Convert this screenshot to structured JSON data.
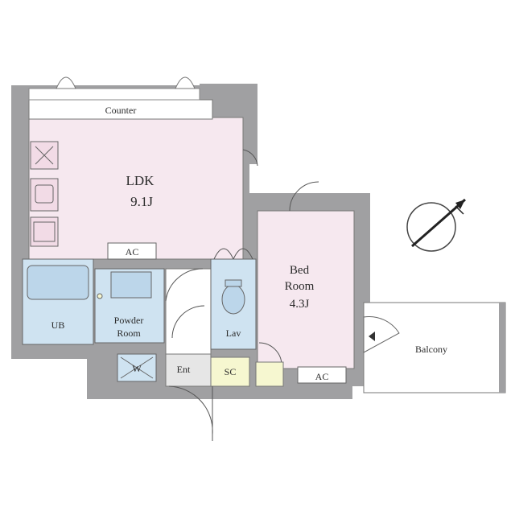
{
  "rooms": {
    "ldk_name": "LDK",
    "ldk_size": "9.1J",
    "counter": "Counter",
    "ldk_ac": "AC",
    "ub": "UB",
    "powder_line1": "Powder",
    "powder_line2": "Room",
    "wm": "W",
    "lav": "Lav",
    "ent": "Ent",
    "sc": "SC",
    "bed_line1": "Bed",
    "bed_line2": "Room",
    "bed_size": "4.3J",
    "bed_ac": "AC",
    "balcony": "Balcony"
  },
  "colors": {
    "ldk_fill": "#f6e8ef",
    "bath_fill": "#cfe3f1",
    "bath_fill_dark": "#bcd6ea",
    "sc_fill": "#f6f7d0",
    "wall": "#a0a0a2",
    "entrance_fill": "#e6e6e6"
  },
  "icons": [
    "north-arrow-icon",
    "stove-icon",
    "sink-icon",
    "fridge-icon",
    "bathtub-icon",
    "washbasin-icon",
    "toilet-icon",
    "washing-machine-icon",
    "air-conditioner-icon",
    "door-swing-icon"
  ]
}
